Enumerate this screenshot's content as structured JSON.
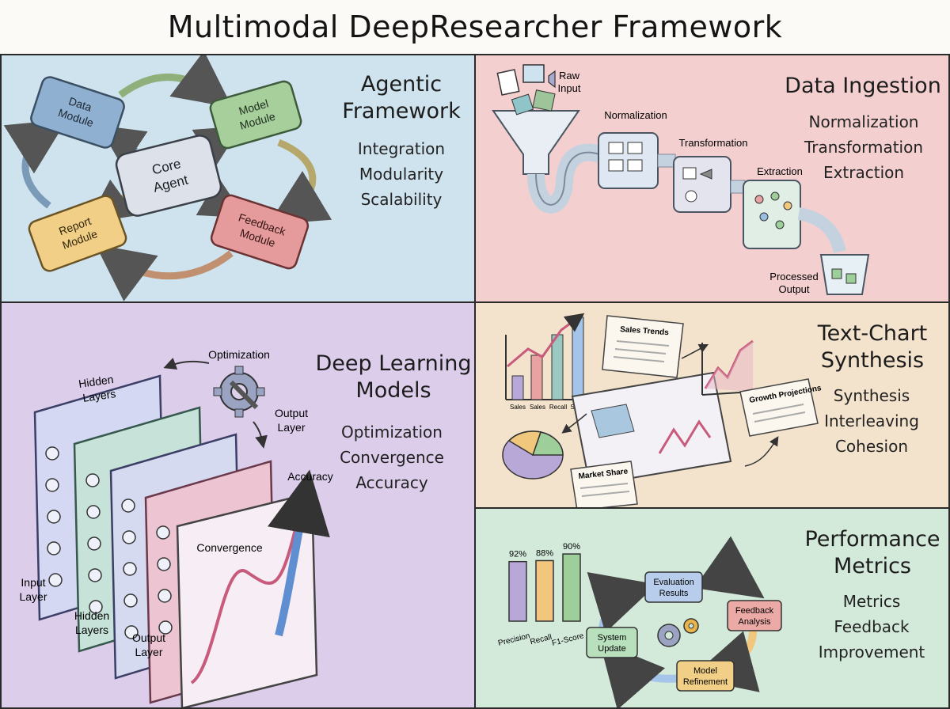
{
  "page": {
    "title": "Multimodal DeepResearcher Framework"
  },
  "panels": {
    "agentic": {
      "title_lines": [
        "Agentic",
        "Framework"
      ],
      "keywords": [
        "Integration",
        "Modularity",
        "Scalability"
      ],
      "modules": {
        "data": [
          "Data",
          "Module"
        ],
        "model": [
          "Model",
          "Module"
        ],
        "core": [
          "Core",
          "Agent"
        ],
        "report": [
          "Report",
          "Module"
        ],
        "feedback": [
          "Feedback",
          "Module"
        ]
      }
    },
    "ingestion": {
      "title": "Data Ingestion",
      "keywords": [
        "Normalization",
        "Transformation",
        "Extraction"
      ],
      "labels": {
        "raw_input": [
          "Raw",
          "Input"
        ],
        "normalization": "Normalization",
        "transformation": "Transformation",
        "extraction": "Extraction",
        "processed_output": [
          "Processed",
          "Output"
        ]
      }
    },
    "deep": {
      "title_lines": [
        "Deep Learning",
        "Models"
      ],
      "keywords": [
        "Optimization",
        "Convergence",
        "Accuracy"
      ],
      "labels": {
        "optimization": "Optimization",
        "hidden_top": [
          "Hidden",
          "Layers"
        ],
        "output_top": [
          "Output",
          "Layer"
        ],
        "accuracy": "Accuracy",
        "convergence": "Convergence",
        "input_layer": [
          "Input",
          "Layer"
        ],
        "hidden_bottom": [
          "Hidden",
          "Layers"
        ],
        "output_bottom": [
          "Output",
          "Layer"
        ]
      }
    },
    "textchart": {
      "title_lines": [
        "Text-Chart",
        "Synthesis"
      ],
      "keywords": [
        "Synthesis",
        "Interleaving",
        "Cohesion"
      ],
      "labels": {
        "sales_trends": "Sales Trends",
        "growth_projections": "Growth Projections",
        "market_share": "Market Share",
        "bar_ticks": [
          "Sales",
          "Sales",
          "Recall",
          "Score"
        ]
      }
    },
    "performance": {
      "title_lines": [
        "Performance",
        "Metrics"
      ],
      "keywords": [
        "Metrics",
        "Feedback",
        "Improvement"
      ],
      "bar_values": [
        "92%",
        "88%",
        "90%"
      ],
      "bar_labels": [
        "Precision",
        "Recall",
        "F1-Score"
      ],
      "cycle": {
        "evaluation": [
          "Evaluation",
          "Results"
        ],
        "feedback": [
          "Feedback",
          "Analysis"
        ],
        "refinement": [
          "Model",
          "Refinement"
        ],
        "update": [
          "System",
          "Update"
        ]
      }
    }
  },
  "colors": {
    "agentic_bg": "#cfe3ee",
    "ingestion_bg": "#f3cfcf",
    "deep_bg": "#dccdeb",
    "textchart_bg": "#f3e3cc",
    "performance_bg": "#d3eadb"
  },
  "chart_data": {
    "type": "bar",
    "categories": [
      "Precision",
      "Recall",
      "F1-Score"
    ],
    "values": [
      92,
      88,
      90
    ],
    "ylim": [
      0,
      100
    ]
  }
}
